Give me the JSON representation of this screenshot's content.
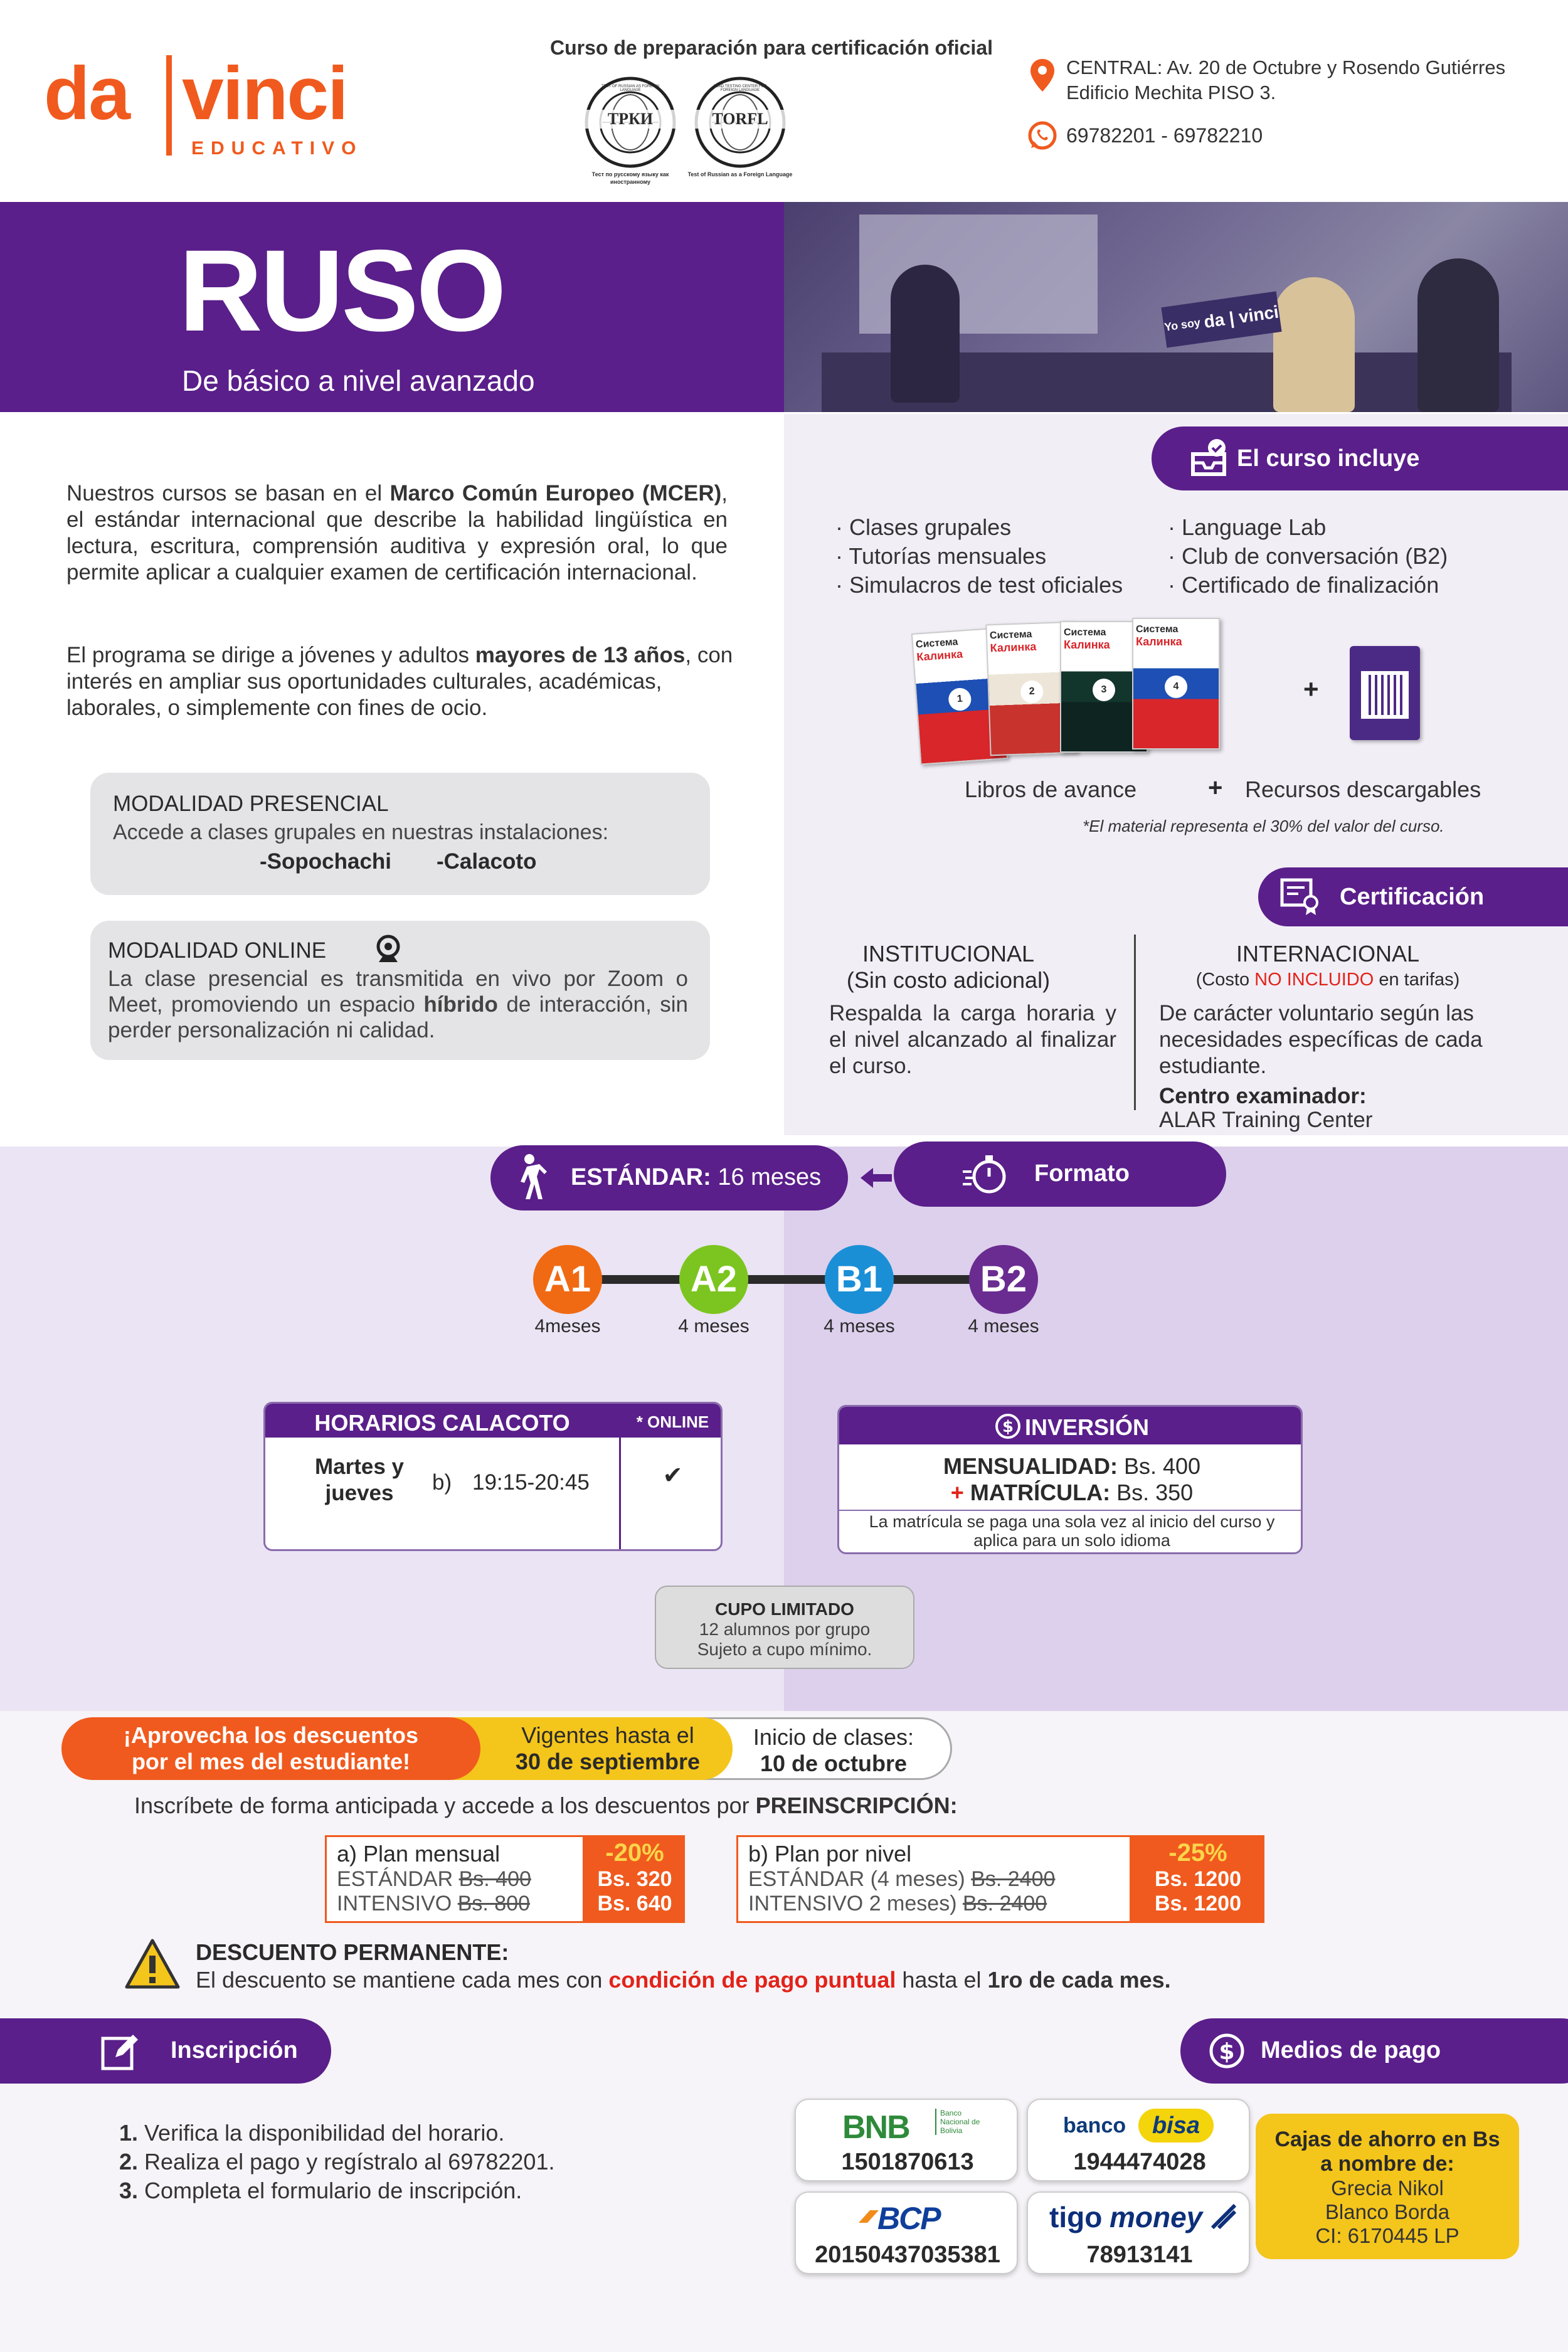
{
  "brand": {
    "da": "da",
    "vinci": "vinci",
    "tag": "EDUCATIVO"
  },
  "header": {
    "cert_title": "Curso de preparación para certificación oficial",
    "seal1_top": "TEST OF RUSSIAN AS FOREIGN LANGUAGE",
    "seal1_mid": "ТРКИ",
    "seal1_foot": "Тест по русскому языку как иностранному",
    "seal2_top": "HEAD TESTING CENTER FOR FOREIGN LANGUAGE",
    "seal2_mid": "TORFL",
    "seal2_foot": "Test of Russian as a Foreign Language",
    "address_line1": "CENTRAL: Av. 20 de Octubre y Rosendo Gutiérres",
    "address_line2": "Edificio Mechita PISO 3.",
    "phone": "69782201 - 69782210"
  },
  "hero": {
    "title": "RUSO",
    "subtitle": "De básico a nivel avanzado",
    "photo_sign_1": "Yo soy",
    "photo_sign_2": "da | vinci"
  },
  "intro": {
    "p1_a": "Nuestros cursos se basan en el ",
    "p1_b": "Marco Común Europeo (MCER)",
    "p1_c": ", el estándar internacional que describe la habilidad lingüística en lectura, escritura, comprensión auditiva y expresión oral, lo que permite aplicar a cualquier examen de certificación internacional.",
    "p2_a": "El programa se dirige a jóvenes y adultos ",
    "p2_b": "mayores de 13 años",
    "p2_c": ", con interés en ampliar sus oportunidades culturales, académicas, laborales, o simplemente con fines de ocio."
  },
  "presencial": {
    "title": "MODALIDAD PRESENCIAL",
    "text": "Accede a clases grupales en nuestras instalaciones:",
    "loc1": "-Sopochachi",
    "loc2": "-Calacoto"
  },
  "online": {
    "title": "MODALIDAD ONLINE",
    "t1": "La clase presencial es transmitida en vivo por Zoom o Meet,  promoviendo un espacio ",
    "t2": "híbrido",
    "t3": " de interacción, sin perder personalización ni calidad."
  },
  "includes": {
    "title": "El curso incluye",
    "col1": [
      "· Clases grupales",
      "· Tutorías mensuales",
      "· Simulacros de test oficiales"
    ],
    "col2": [
      "· Language Lab",
      "· Club de conversación (B2)",
      "· Certificado de finalización"
    ],
    "book_title_1": "Система",
    "book_title_2": "Калинка",
    "book_nums": [
      "1",
      "2",
      "3",
      "4"
    ],
    "books_label": "Libros de avance",
    "plus": "+",
    "resources_label": "Recursos descargables",
    "note": "*El material representa el 30% del valor del curso."
  },
  "certification": {
    "title": "Certificación",
    "inst_title": "INSTITUCIONAL",
    "inst_sub": "(Sin costo adicional)",
    "inst_text": "Respalda la carga horaria y el nivel alcanzado al finalizar el curso.",
    "intl_title": "INTERNACIONAL",
    "intl_sub_a": "(Costo ",
    "intl_sub_b": "NO INCLUIDO",
    "intl_sub_c": " en tarifas)",
    "intl_text": "De carácter voluntario según las necesidades específicas de cada estudiante.",
    "exam_label": "Centro examinador:",
    "exam_name": "ALAR Training Center"
  },
  "format": {
    "title": "Formato",
    "std_label": "ESTÁNDAR:",
    "std_value": " 16 meses"
  },
  "levels": [
    {
      "code": "A1",
      "dur": "4meses",
      "color": "#f06a13"
    },
    {
      "code": "A2",
      "dur": "4 meses",
      "color": "#7cc520"
    },
    {
      "code": "B1",
      "dur": "4 meses",
      "color": "#1b8fd6"
    },
    {
      "code": "B2",
      "dur": "4 meses",
      "color": "#6a2c91"
    }
  ],
  "schedule": {
    "title": "HORARIOS CALACOTO",
    "online_head": "* ONLINE",
    "days": "Martes y jueves",
    "opt": "b)",
    "time": "19:15-20:45",
    "check": "✔"
  },
  "investment": {
    "title": "INVERSIÓN",
    "m_label": "MENSUALIDAD:",
    "m_value": " Bs. 400",
    "plus": "+ ",
    "mat_label": "MATRÍCULA:",
    "mat_value": " Bs. 350",
    "note": "La matrícula se paga una sola vez al inicio del curso y aplica para un solo idioma"
  },
  "cupo": {
    "title": "CUPO LIMITADO",
    "l1": "12 alumnos por grupo",
    "l2": "Sujeto a cupo mínimo."
  },
  "promo": {
    "a1": "¡Aprovecha los descuentos",
    "a2": "por el mes del estudiante!",
    "b1": "Vigentes hasta el",
    "b2": "30 de septiembre",
    "c1": "Inicio de clases:",
    "c2": "10 de octubre"
  },
  "pre": {
    "a": "Inscríbete de forma anticipada y accede a los descuentos por ",
    "b": "PREINSCRIPCIÓN:"
  },
  "plan_a": {
    "title": "a) Plan mensual",
    "l1": "ESTÁNDAR ",
    "l1s": "Bs. 400",
    "l2": "INTENSIVO ",
    "l2s": "Bs. 800",
    "pct": "-20%",
    "p1": "Bs. 320",
    "p2": "Bs. 640"
  },
  "plan_b": {
    "title": "b) Plan por nivel",
    "l1": "ESTÁNDAR (4 meses) ",
    "l1s": "Bs. 2400",
    "l2": "INTENSIVO 2 meses) ",
    "l2s": "Bs. 2400",
    "pct": "-25%",
    "p1": "Bs. 1200",
    "p2": "Bs. 1200"
  },
  "perm": {
    "title": "DESCUENTO PERMANENTE:",
    "a": "El descuento se mantiene cada mes con ",
    "b": "condición de pago puntual",
    "c": " hasta el ",
    "d": "1ro de cada mes."
  },
  "signup": {
    "title": "Inscripción",
    "steps": [
      {
        "n": "1.",
        "t": " Verifica la disponibilidad del horario."
      },
      {
        "n": "2.",
        "t": " Realiza el pago y regístralo al 69782201."
      },
      {
        "n": "3.",
        "t": " Completa el formulario de inscripción."
      }
    ]
  },
  "payment": {
    "title": "Medios de pago",
    "bnb_logo": "BNB",
    "bnb_sub": "Banco Nacional de Bolivia",
    "bnb_acc": "1501870613",
    "bisa_a": "banco",
    "bisa_b": "bisa",
    "bisa_acc": "1944474028",
    "bcp_logo": "BCP",
    "bcp_acc": "20150437035381",
    "tigo_a": "tigo",
    "tigo_b": "money",
    "tigo_acc": "78913141",
    "box_t1": "Cajas de ahorro en Bs",
    "box_t2": "a nombre de:",
    "box_n1": "Grecia Nikol",
    "box_n2": "Blanco Borda",
    "box_ci": "CI: 6170445 LP"
  },
  "colors": {
    "purple": "#5a1f8a",
    "orange": "#f05a1e",
    "yellow": "#f4c51b",
    "red": "#e2231a"
  }
}
